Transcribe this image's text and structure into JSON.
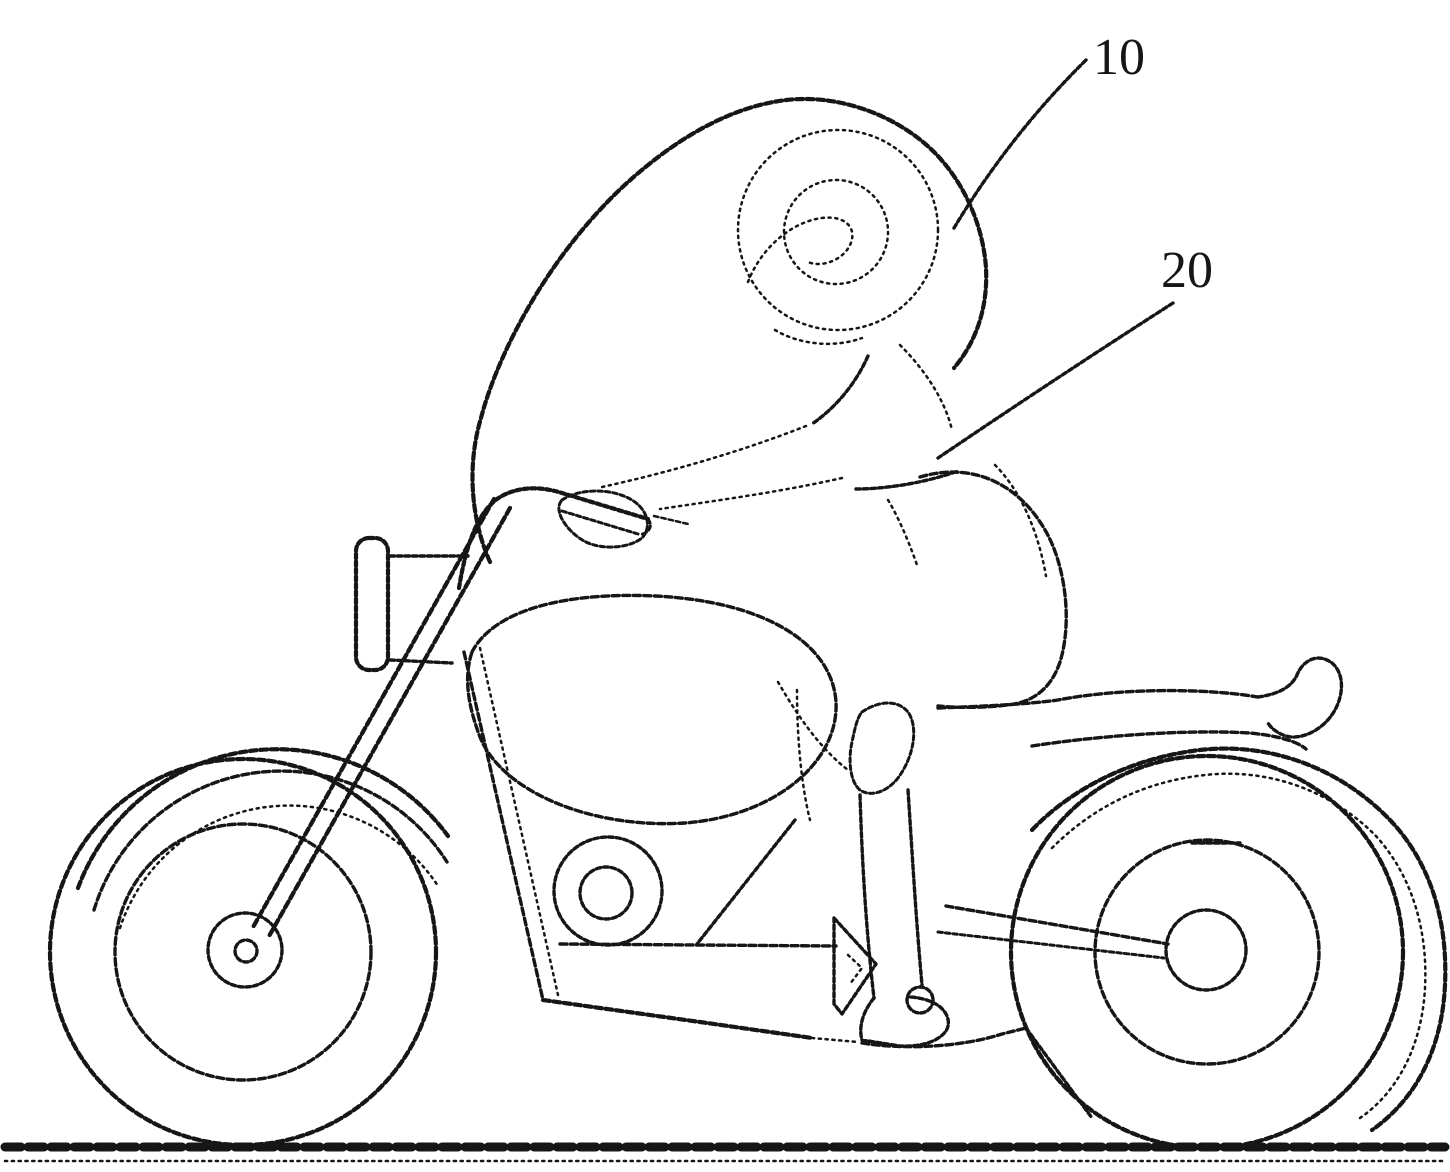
{
  "figure": {
    "type": "patent-line-drawing",
    "subject": "Side view of a motorcycle rider wearing an inflated wearable airbag over the back and helmet",
    "background_color": "#ffffff",
    "ink_color": "#161616",
    "reference_labels": [
      {
        "text": "10"
      },
      {
        "text": "20"
      }
    ]
  }
}
